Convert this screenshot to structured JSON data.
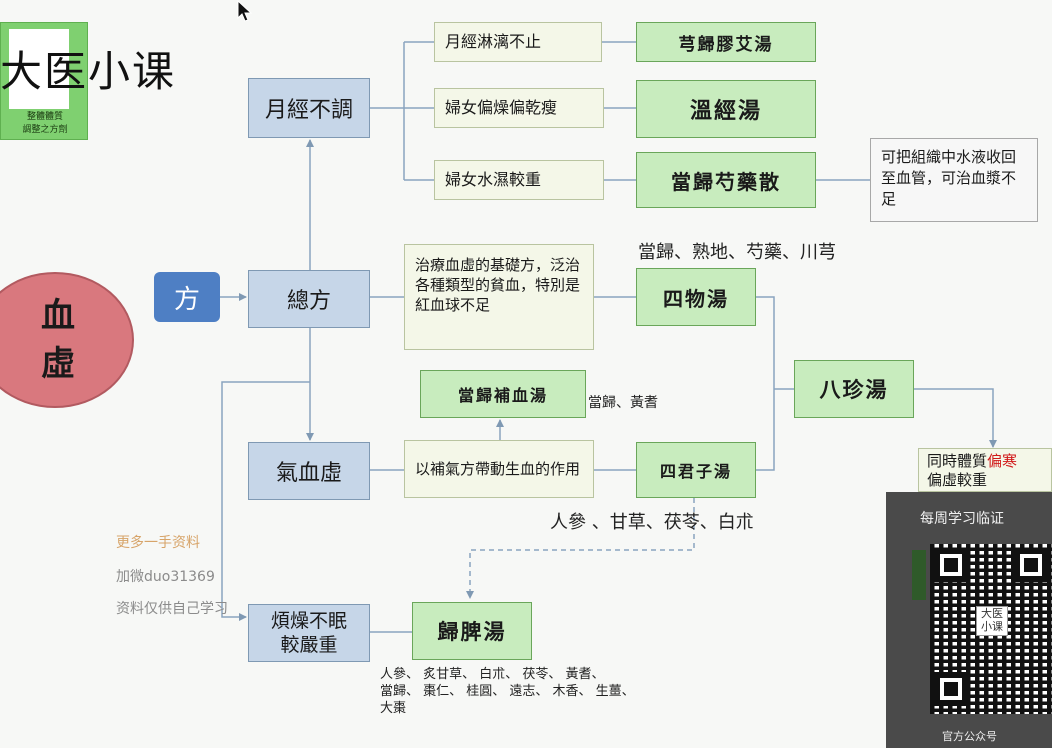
{
  "logo": {
    "title": "大医小课",
    "caption_line1": "整體體質",
    "caption_line2": "調整之方劑"
  },
  "central": {
    "line1": "血",
    "line2": "虛"
  },
  "fang_badge": "方",
  "nodes": {
    "yuejing": "月經不調",
    "zongfang": "總方",
    "qixue": "氣血虛",
    "fanzao_line1": "煩燥不眠",
    "fanzao_line2": "較嚴重"
  },
  "symptoms": {
    "linli": "月經淋漓不止",
    "qianshou": "婦女偏燥偏乾瘦",
    "shuishi": "婦女水濕較重"
  },
  "formulas": {
    "xiongguijiaoai": "芎歸膠艾湯",
    "wenjing": "溫經湯",
    "danggui_shaoyao": "當歸芍藥散",
    "siwu": "四物湯",
    "danggui_buxue": "當歸補血湯",
    "sijunzi": "四君子湯",
    "bazhen": "八珍湯",
    "guipi": "歸脾湯"
  },
  "notes": {
    "shuiye": "可把組織中水液收回至血管，可治血漿不足",
    "zongfang_desc": "治療血虛的基礎方，泛治各種類型的貧血，特別是紅血球不足",
    "qixue_desc": "以補氣方帶動生血的作用",
    "bazhen_desc_prefix": "同時體質",
    "bazhen_desc_red": "偏寒",
    "bazhen_desc_line2": "偏虛較重"
  },
  "herbs": {
    "siwu": "當歸、熟地、芍藥、川芎",
    "buxue": "當歸、黃耆",
    "sijunzi": "人參 、甘草、茯苓、白朮",
    "guipi_line1": "人參、 炙甘草、 白朮、 茯苓、 黃耆、",
    "guipi_line2": "當歸、 棗仁、 桂圓、 遠志、 木香、 生薑、",
    "guipi_line3": "大棗"
  },
  "watermark": {
    "line1": "更多一手资料",
    "line2": "加微duo31369",
    "line3": "资料仅供自己学习"
  },
  "panel": {
    "top": "每周学习临证",
    "bottom": "官方公众号",
    "qr_center_line1": "大医",
    "qr_center_line2": "小课"
  },
  "colors": {
    "blue_node": "#c6d6e8",
    "green_node": "#c8ecbe",
    "circle": "#d9787e",
    "fang_badge": "#4e7fc4",
    "red_text": "#d11a1a"
  }
}
